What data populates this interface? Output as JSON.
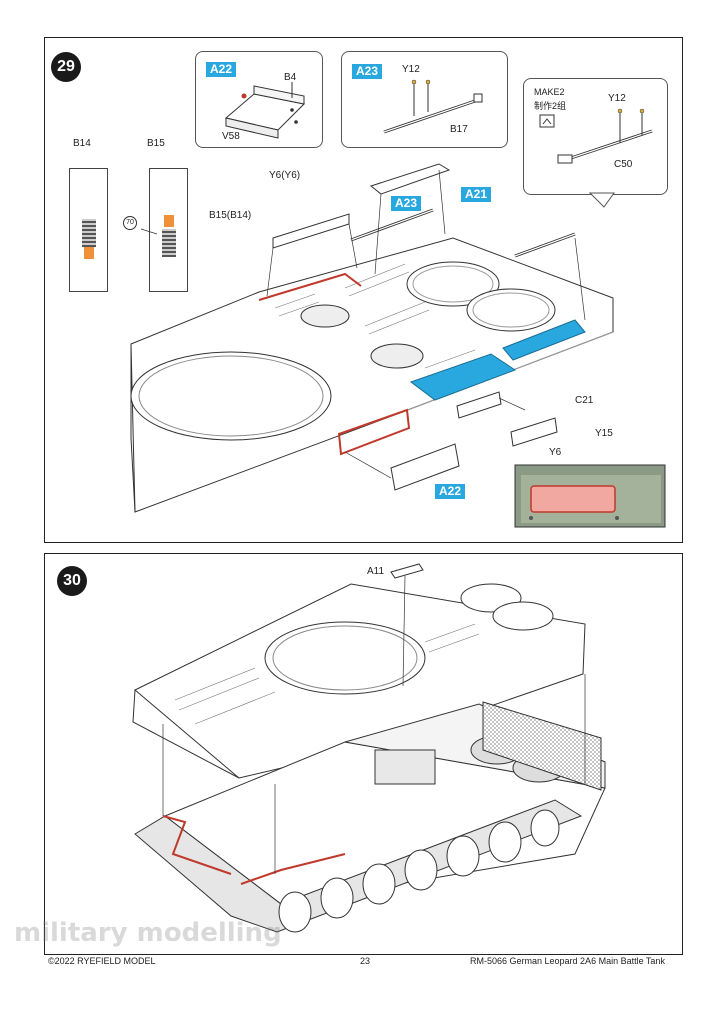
{
  "step29": {
    "number": "29",
    "callout_a22": {
      "tag": "A22",
      "parts": [
        "B4",
        "V58"
      ]
    },
    "callout_a23": {
      "tag": "A23",
      "parts": [
        "Y12",
        "B17"
      ]
    },
    "callout_make": {
      "qty_line1": "MAKE2",
      "qty_line2": "制作2组",
      "parts": [
        "Y12",
        "C50"
      ]
    },
    "cards": [
      "B14",
      "B15"
    ],
    "card_ref": "70",
    "labels": {
      "y6y6": "Y6(Y6)",
      "b15b14": "B15(B14)",
      "a21": "A21",
      "a23": "A23",
      "a22": "A22",
      "c21": "C21",
      "y15": "Y15",
      "y6": "Y6"
    }
  },
  "step30": {
    "number": "30",
    "labels": {
      "a11": "A11"
    }
  },
  "footer": {
    "copyright": "©2022 RYEFIELD MODEL",
    "page": "23",
    "title": "RM-5066 German Leopard 2A6 Main Battle Tank"
  },
  "colors": {
    "accent_blue": "#29a8df",
    "highlight_red": "#c0392b",
    "panel_border": "#222222"
  }
}
